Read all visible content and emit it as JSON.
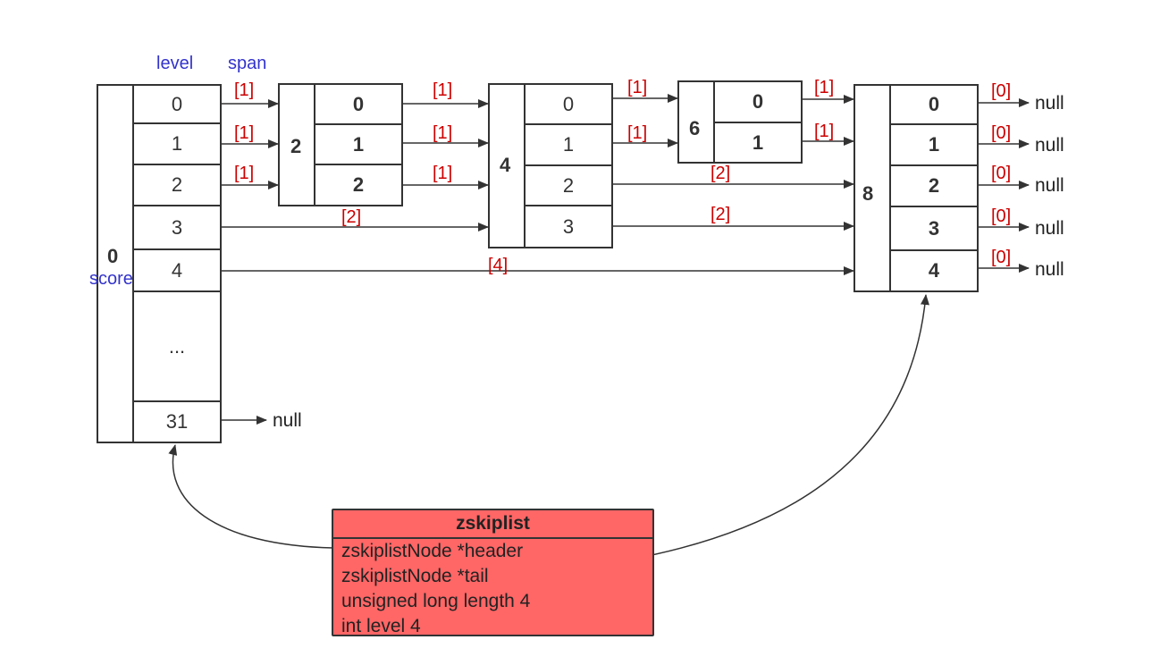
{
  "header_labels": {
    "level": "level",
    "span": "span",
    "score": "score"
  },
  "header_node": {
    "score": "0",
    "levels": [
      "0",
      "1",
      "2",
      "3",
      "4",
      "...",
      "31"
    ],
    "last_null": "null"
  },
  "nodes": [
    {
      "score": "2",
      "levels": [
        "0",
        "1",
        "2"
      ]
    },
    {
      "score": "4",
      "levels": [
        "0",
        "1",
        "2",
        "3"
      ]
    },
    {
      "score": "6",
      "levels": [
        "0",
        "1"
      ]
    },
    {
      "score": "8",
      "levels": [
        "0",
        "1",
        "2",
        "3",
        "4"
      ]
    }
  ],
  "spans": {
    "header": [
      "[1]",
      "[1]",
      "[1]",
      "[2]",
      "[4]"
    ],
    "node2": [
      "[1]",
      "[1]",
      "[1]"
    ],
    "node4": [
      "[1]",
      "[1]",
      "[2]",
      "[2]"
    ],
    "node6": [
      "[1]",
      "[1]"
    ],
    "node8": [
      "[0]",
      "[0]",
      "[0]",
      "[0]",
      "[0]"
    ]
  },
  "null_text": "null",
  "zskiplist": {
    "title": "zskiplist",
    "fields": [
      "zskiplistNode *header",
      "zskiplistNode *tail",
      "unsigned long length 4",
      "int level 4"
    ]
  },
  "colors": {
    "span": "#cc0000",
    "header_label": "#3333cc",
    "struct_fill": "#ff6666",
    "line": "#333333"
  }
}
